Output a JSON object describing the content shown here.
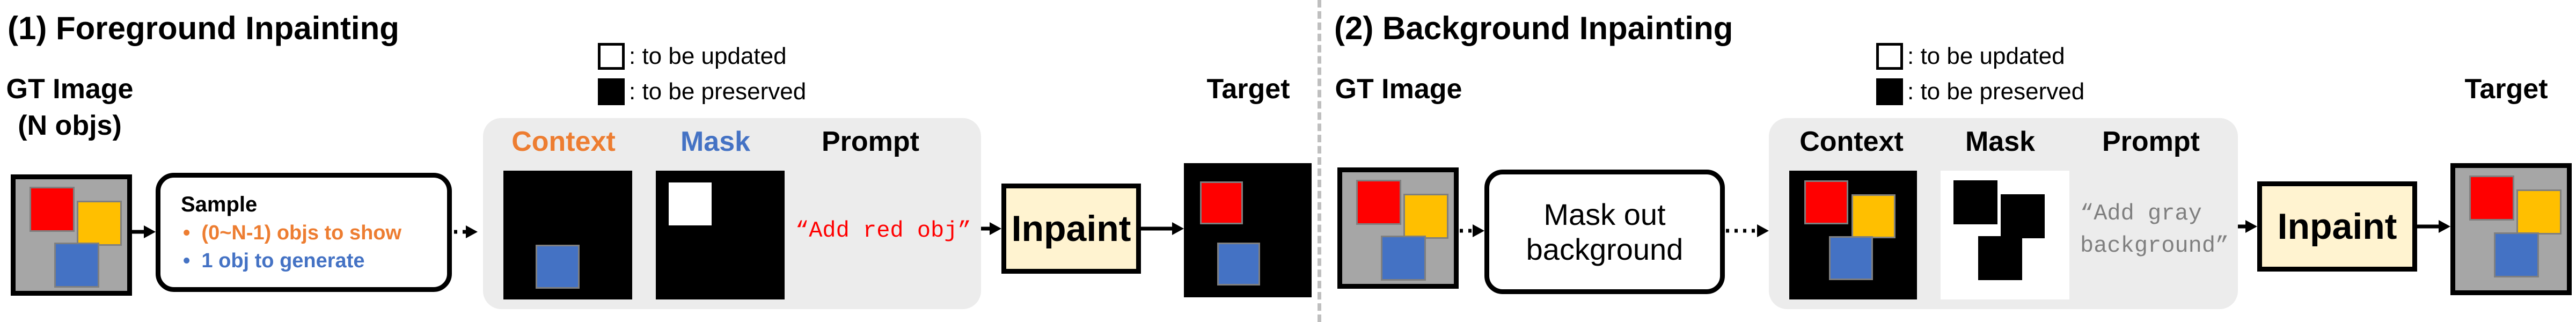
{
  "colors": {
    "red": "#ff0000",
    "yellow": "#ffbf00",
    "blue": "#4472c4",
    "orange": "#ed7d31",
    "mask_blue": "#4472c4",
    "panel": "#ececec",
    "inpaint": "#fff3d0",
    "prompt_red": "#ff0000",
    "prompt_gray": "#7f7f7f"
  },
  "legend": {
    "updated": ": to be updated",
    "preserved": ": to be preserved"
  },
  "fg": {
    "title": "(1) Foreground Inpainting",
    "gt_label_1": "GT Image",
    "gt_label_2": "(N objs)",
    "sample_title": "Sample",
    "sample_item_1": "(0~N-1) objs to show",
    "sample_item_2": "1 obj to generate",
    "context": "Context",
    "mask": "Mask",
    "prompt_label": "Prompt",
    "prompt": "“Add red obj”",
    "inpaint": "Inpaint",
    "target": "Target"
  },
  "bg": {
    "title": "(2) Background Inpainting",
    "gt_label": "GT Image",
    "mask_out_1": "Mask out",
    "mask_out_2": "background",
    "context": "Context",
    "mask": "Mask",
    "prompt_label": "Prompt",
    "prompt_1": "“Add gray",
    "prompt_2": "background”",
    "inpaint": "Inpaint",
    "target": "Target"
  }
}
